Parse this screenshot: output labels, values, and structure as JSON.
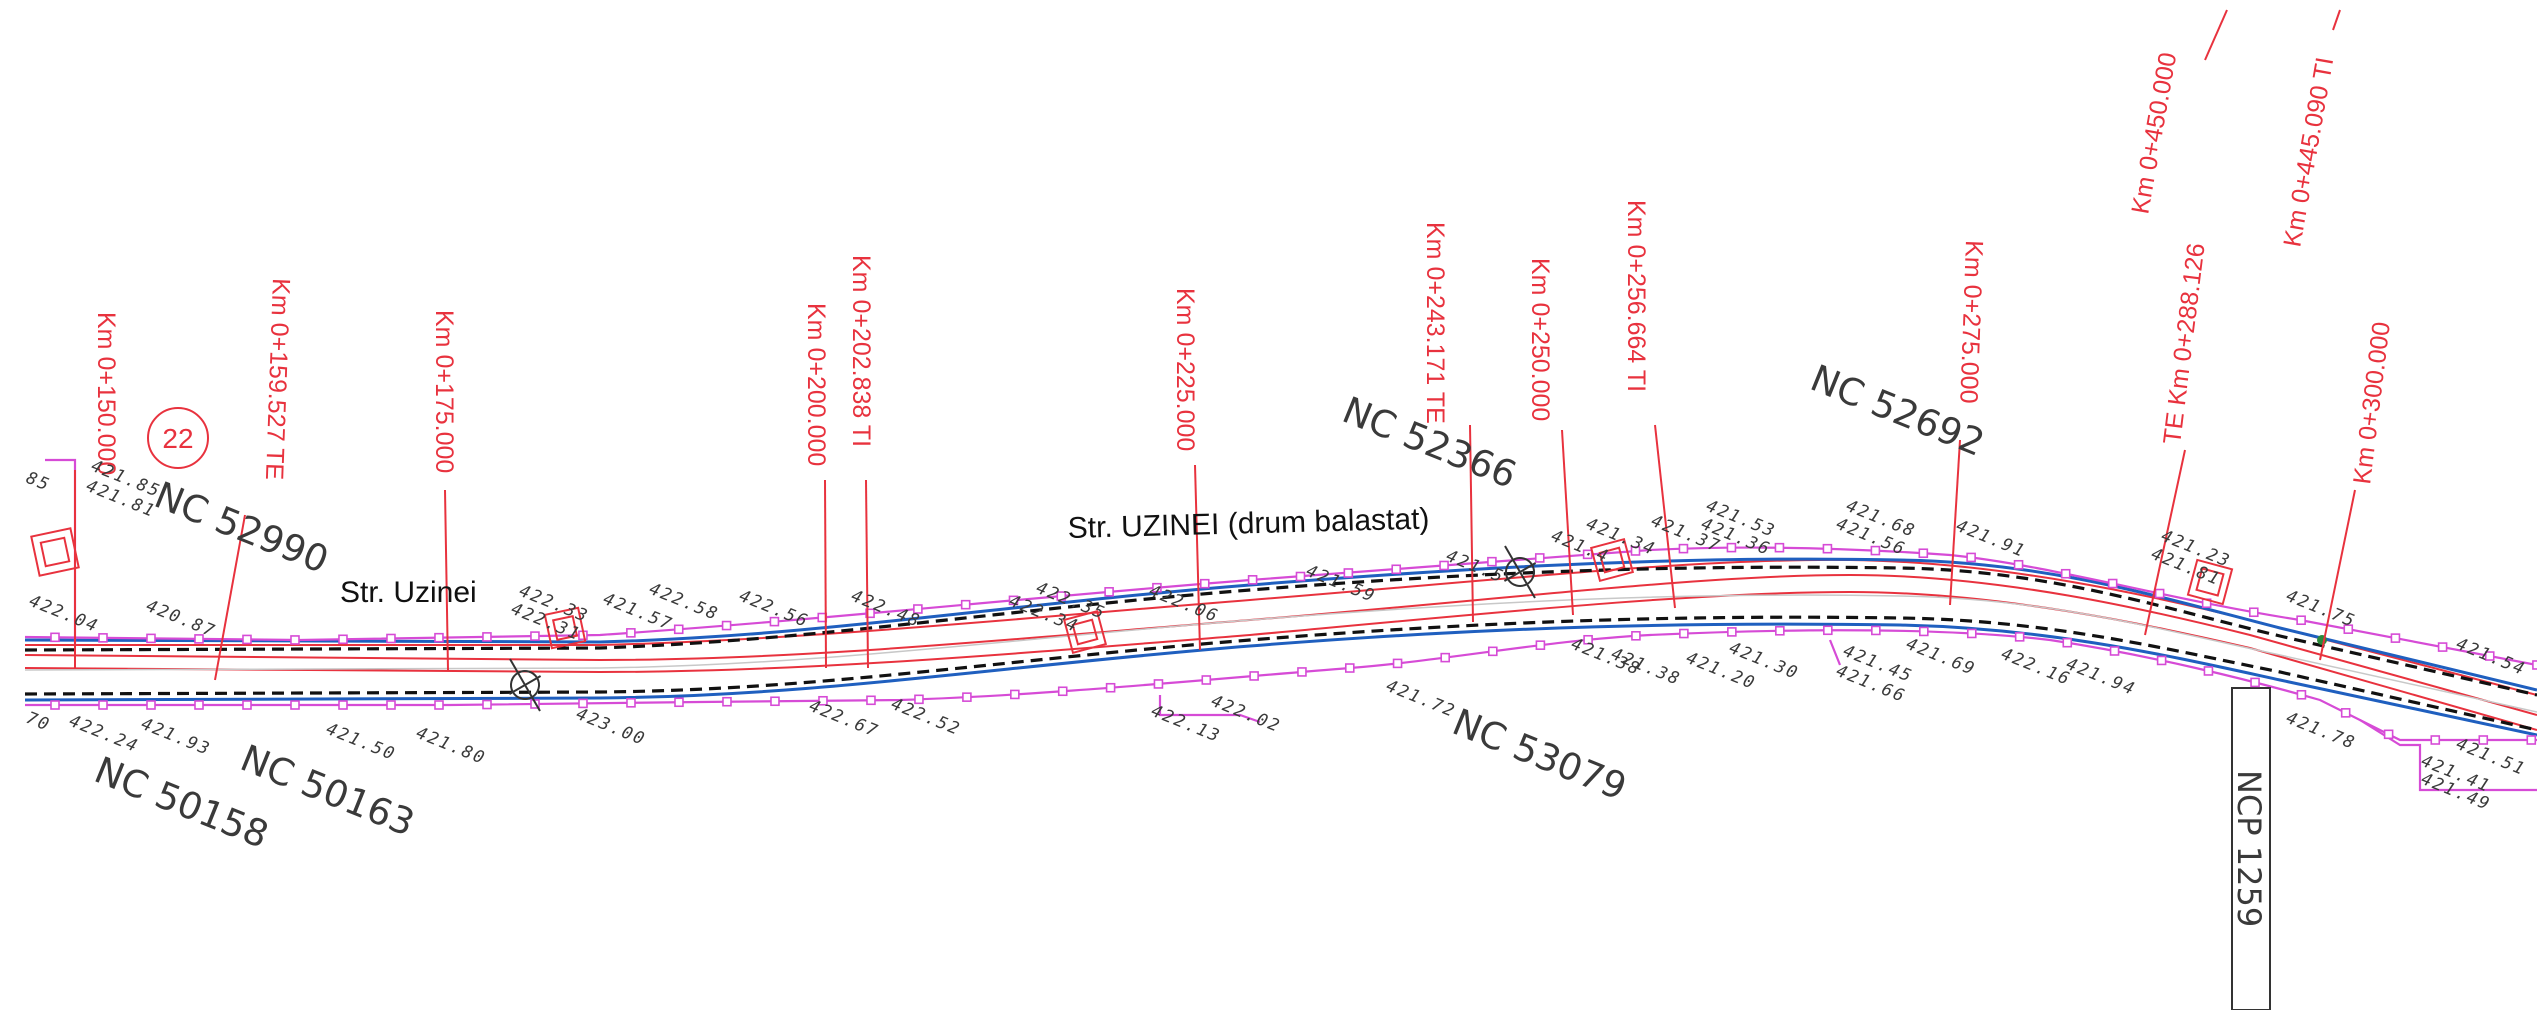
{
  "map": {
    "sheet_number": "22",
    "streets": {
      "str_uzinei_left": "Str. Uzinei",
      "str_uzinei_right": "Str. UZINEI (drum balastat)"
    },
    "cadastral_labels": {
      "nc_52990": "NC 52990",
      "nc_52366": "NC 52366",
      "nc_52692": "NC 52692",
      "nc_50158": "NC 50158",
      "nc_50163": "NC 50163",
      "nc_53079": "NC 53079",
      "ncp_1259": "NCP 1259"
    },
    "chainage": {
      "km150": "Km 0+150.000",
      "km159": "Km 0+159.527  TE",
      "km175": "Km 0+175.000",
      "km200": "Km 0+200.000",
      "km202": "Km 0+202.838   TI",
      "km225": "Km 0+225.000",
      "km243": "Km 0+243.171  TE",
      "km250": "Km 0+250.000",
      "km256": "Km 0+256.664   TI",
      "km275": "Km 0+275.000",
      "km288": "TE   Km 0+288.126",
      "km300": "Km 0+300.000",
      "km450": "Km 0+450.000",
      "km445": "Km 0+445.090  TI"
    },
    "elevations": {
      "e1": "421.85",
      "e2": "421.81",
      "e3": "420.87",
      "e4": "422.04",
      "e5": "422.24",
      "e6": "421.93",
      "e7": "421.50",
      "e8": "421.80",
      "e9": "422.33",
      "e10": "422.31",
      "e11": "421.57",
      "e12": "422.58",
      "e13": "422.56",
      "e14": "422.48",
      "e15": "423.00",
      "e16": "422.67",
      "e17": "422.52",
      "e18": "422.35",
      "e19": "422.34",
      "e20": "422.06",
      "e21": "422.13",
      "e22": "422.02",
      "e23": "421.59",
      "e24": "421.72",
      "e25": "421.5",
      "e26": "421.34",
      "e27": "421.4",
      "e28": "421.37",
      "e29": "421.53",
      "e30": "421.36",
      "e31": "421.38",
      "e32": "421.38",
      "e33": "421.20",
      "e34": "421.30",
      "e35": "421.68",
      "e36": "421.56",
      "e37": "421.91",
      "e38": "421.45",
      "e39": "421.66",
      "e40": "421.69",
      "e41": "422.16",
      "e42": "421.94",
      "e43": "421.23",
      "e44": "421.81",
      "e45": "421.75",
      "e46": "421.78",
      "e47": "421.54",
      "e48": "421.51",
      "e49": "421.41",
      "e50": "421.49",
      "e51": "85",
      "e52": "70"
    },
    "colors": {
      "chainage": "#e8323e",
      "boundary": "#d64bd6",
      "edge_blue": "#1f5fbf",
      "curb": "#111111"
    }
  }
}
